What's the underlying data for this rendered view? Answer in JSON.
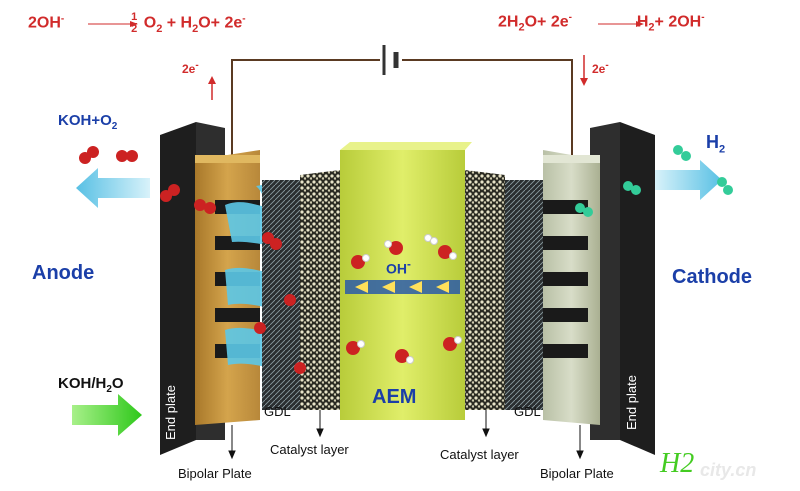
{
  "equations": {
    "anode_lhs": "2OH",
    "anode_rhs_a": "O",
    "anode_rhs_b": "+ H",
    "anode_rhs_c": "O+ 2e",
    "anode_frac_num": "1",
    "anode_frac_den": "2",
    "sub_2": "2",
    "sup_minus": "-",
    "cathode_lhs_a": "2H",
    "cathode_lhs_b": "O+ 2e",
    "cathode_rhs_a": "H",
    "cathode_rhs_b": "+ 2OH"
  },
  "electron_left": "2e",
  "electron_right": "2e",
  "labels": {
    "koh_o2_a": "KOH+O",
    "koh_o2_b": "2",
    "h2_a": "H",
    "h2_b": "2",
    "anode": "Anode",
    "cathode": "Cathode",
    "koh_h2o": "KOH/H",
    "koh_h2o_sub": "2",
    "koh_h2o_end": "O",
    "oh": "OH",
    "oh_sup": "-",
    "aem": "AEM",
    "gdl_left": "GDL",
    "gdl_right": "GDL",
    "catalyst_left": "Catalyst layer",
    "catalyst_right": "Catalyst layer",
    "bipolar_left": "Bipolar Plate",
    "bipolar_right": "Bipolar Plate",
    "end_plate_left": "End plate",
    "end_plate_right": "End plate"
  },
  "watermark": {
    "logo": "H2",
    "site": "city.cn"
  },
  "colors": {
    "equation_red": "#d12b2b",
    "label_blue": "#1b3fa8",
    "anode_plate": "#c9973a",
    "cathode_plate": "#c8cfb4",
    "membrane": "#d6e85a",
    "end_plate": "#222222",
    "anode_flow": "#5cc8e8",
    "cathode_arrow": "#7fd6e6",
    "inflow_arrow": "#44cc22",
    "oxygen_atom": "#cc2222",
    "hydrogen_atom": "#33cc99"
  },
  "icons": [
    "battery-icon",
    "oxygen-molecule-icon",
    "hydrogen-molecule-icon",
    "water-molecule-icon",
    "hydroxide-arrow-icon"
  ]
}
